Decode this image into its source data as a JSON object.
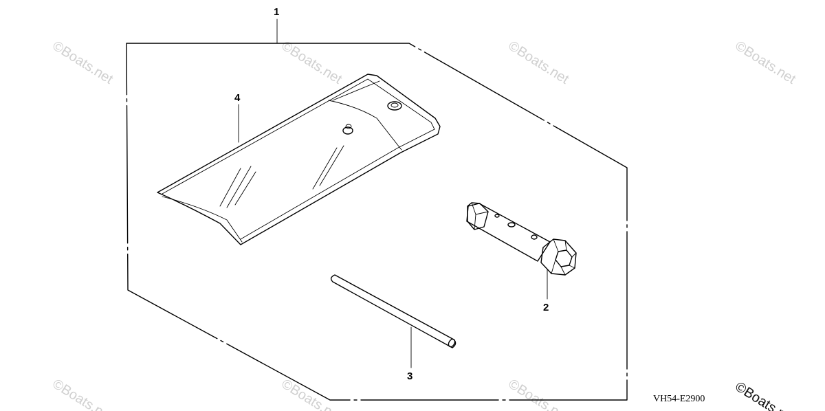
{
  "diagram": {
    "callouts": [
      {
        "id": "1",
        "label": "1"
      },
      {
        "id": "2",
        "label": "2"
      },
      {
        "id": "3",
        "label": "3"
      },
      {
        "id": "4",
        "label": "4"
      }
    ],
    "drawing_code": "VH54-E2900",
    "watermark": "©Boats.net",
    "corner_watermark": "©Boats.net"
  }
}
